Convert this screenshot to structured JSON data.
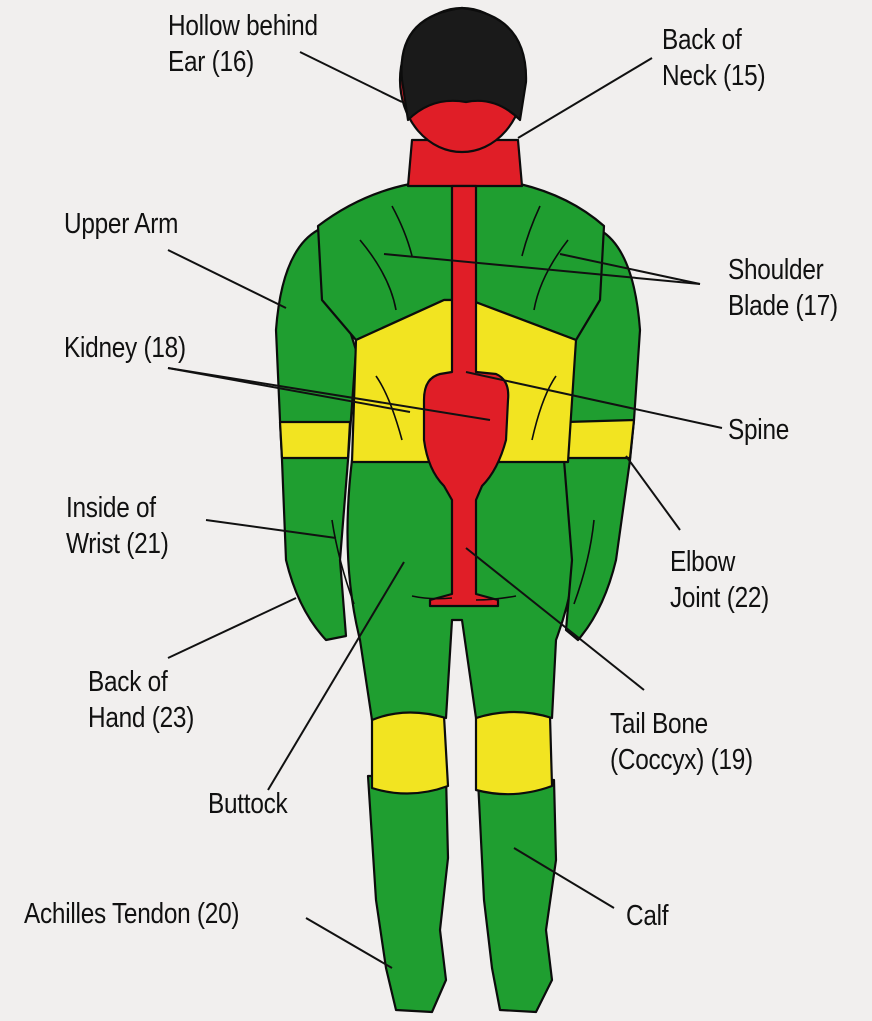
{
  "colors": {
    "background": "#f1efee",
    "red_zone": "#e01e27",
    "green_zone": "#1f9e30",
    "yellow_zone": "#f2e421",
    "outline": "#0c0c0c",
    "hair": "#1a1a1a",
    "leader_line": "#111111"
  },
  "icons": {
    "figure": "human-body-back-view"
  },
  "labels": {
    "hollow_behind_ear": {
      "line1": "Hollow behind",
      "line2": "Ear (16)"
    },
    "back_of_neck": {
      "line1": "Back of",
      "line2": "Neck (15)"
    },
    "upper_arm": {
      "line1": "Upper Arm"
    },
    "shoulder_blade": {
      "line1": "Shoulder",
      "line2": "Blade (17)"
    },
    "kidney": {
      "line1": "Kidney (18)"
    },
    "spine": {
      "line1": "Spine"
    },
    "inside_of_wrist": {
      "line1": "Inside of",
      "line2": "Wrist (21)"
    },
    "elbow_joint": {
      "line1": "Elbow",
      "line2": "Joint (22)"
    },
    "back_of_hand": {
      "line1": "Back of",
      "line2": "Hand (23)"
    },
    "tail_bone": {
      "line1": "Tail Bone",
      "line2": "(Coccyx) (19)"
    },
    "buttock": {
      "line1": "Buttock"
    },
    "achilles_tendon": {
      "line1": "Achilles Tendon (20)"
    },
    "calf": {
      "line1": "Calf"
    }
  }
}
